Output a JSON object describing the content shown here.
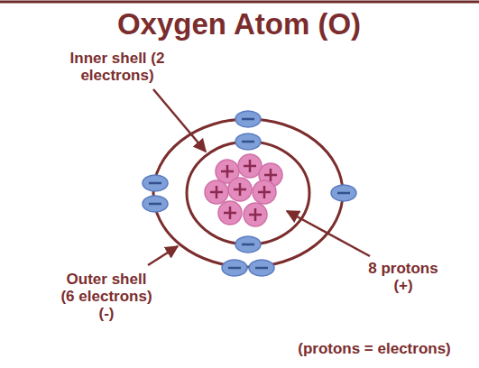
{
  "diagram": {
    "title": "Oxygen Atom (O)",
    "labels": [
      "Inner shell (2 electrons)",
      "Outer shell (6 electrons) (-)",
      "8 protons (+)",
      "(protons = electrons)"
    ]
  }
}
